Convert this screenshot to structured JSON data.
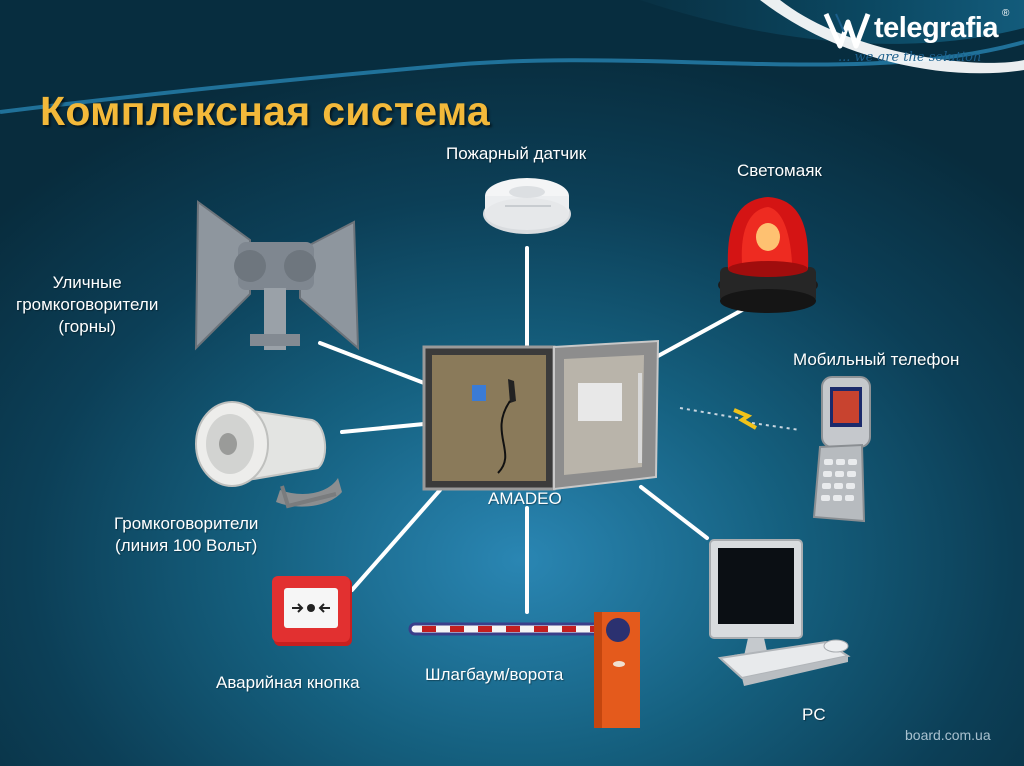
{
  "slide": {
    "title": "Комплексная система",
    "logo": {
      "name": "telegrafia",
      "registered": "®",
      "tagline": "... we are the solution"
    },
    "watermark": "board.com.ua",
    "colors": {
      "title": "#f3b93a",
      "background": "#0f4a66",
      "lines": "#ffffff"
    }
  },
  "hub": {
    "label": "AMADEO",
    "icon": "cabinet-icon"
  },
  "devices": {
    "fire_detector": {
      "label": "Пожарный датчик",
      "icon": "smoke-detector-icon"
    },
    "beacon": {
      "label": "Светомаяк",
      "icon": "beacon-icon"
    },
    "street_speakers": {
      "line1": "Уличные",
      "line2": "громкоговорители",
      "line3": "(горны)",
      "icon": "horn-speaker-icon"
    },
    "mobile": {
      "label": "Мобильный телефон",
      "icon": "flip-phone-icon"
    },
    "speakers_100v": {
      "line1": "Громкоговорители",
      "line2": "(линия 100 Вольт)",
      "icon": "loudspeaker-icon"
    },
    "emergency_button": {
      "label": "Аварийная кнопка",
      "icon": "call-point-icon"
    },
    "barrier": {
      "label": "Шлагбаум/ворота",
      "icon": "barrier-gate-icon"
    },
    "pc": {
      "label": "PC",
      "icon": "computer-icon"
    }
  }
}
